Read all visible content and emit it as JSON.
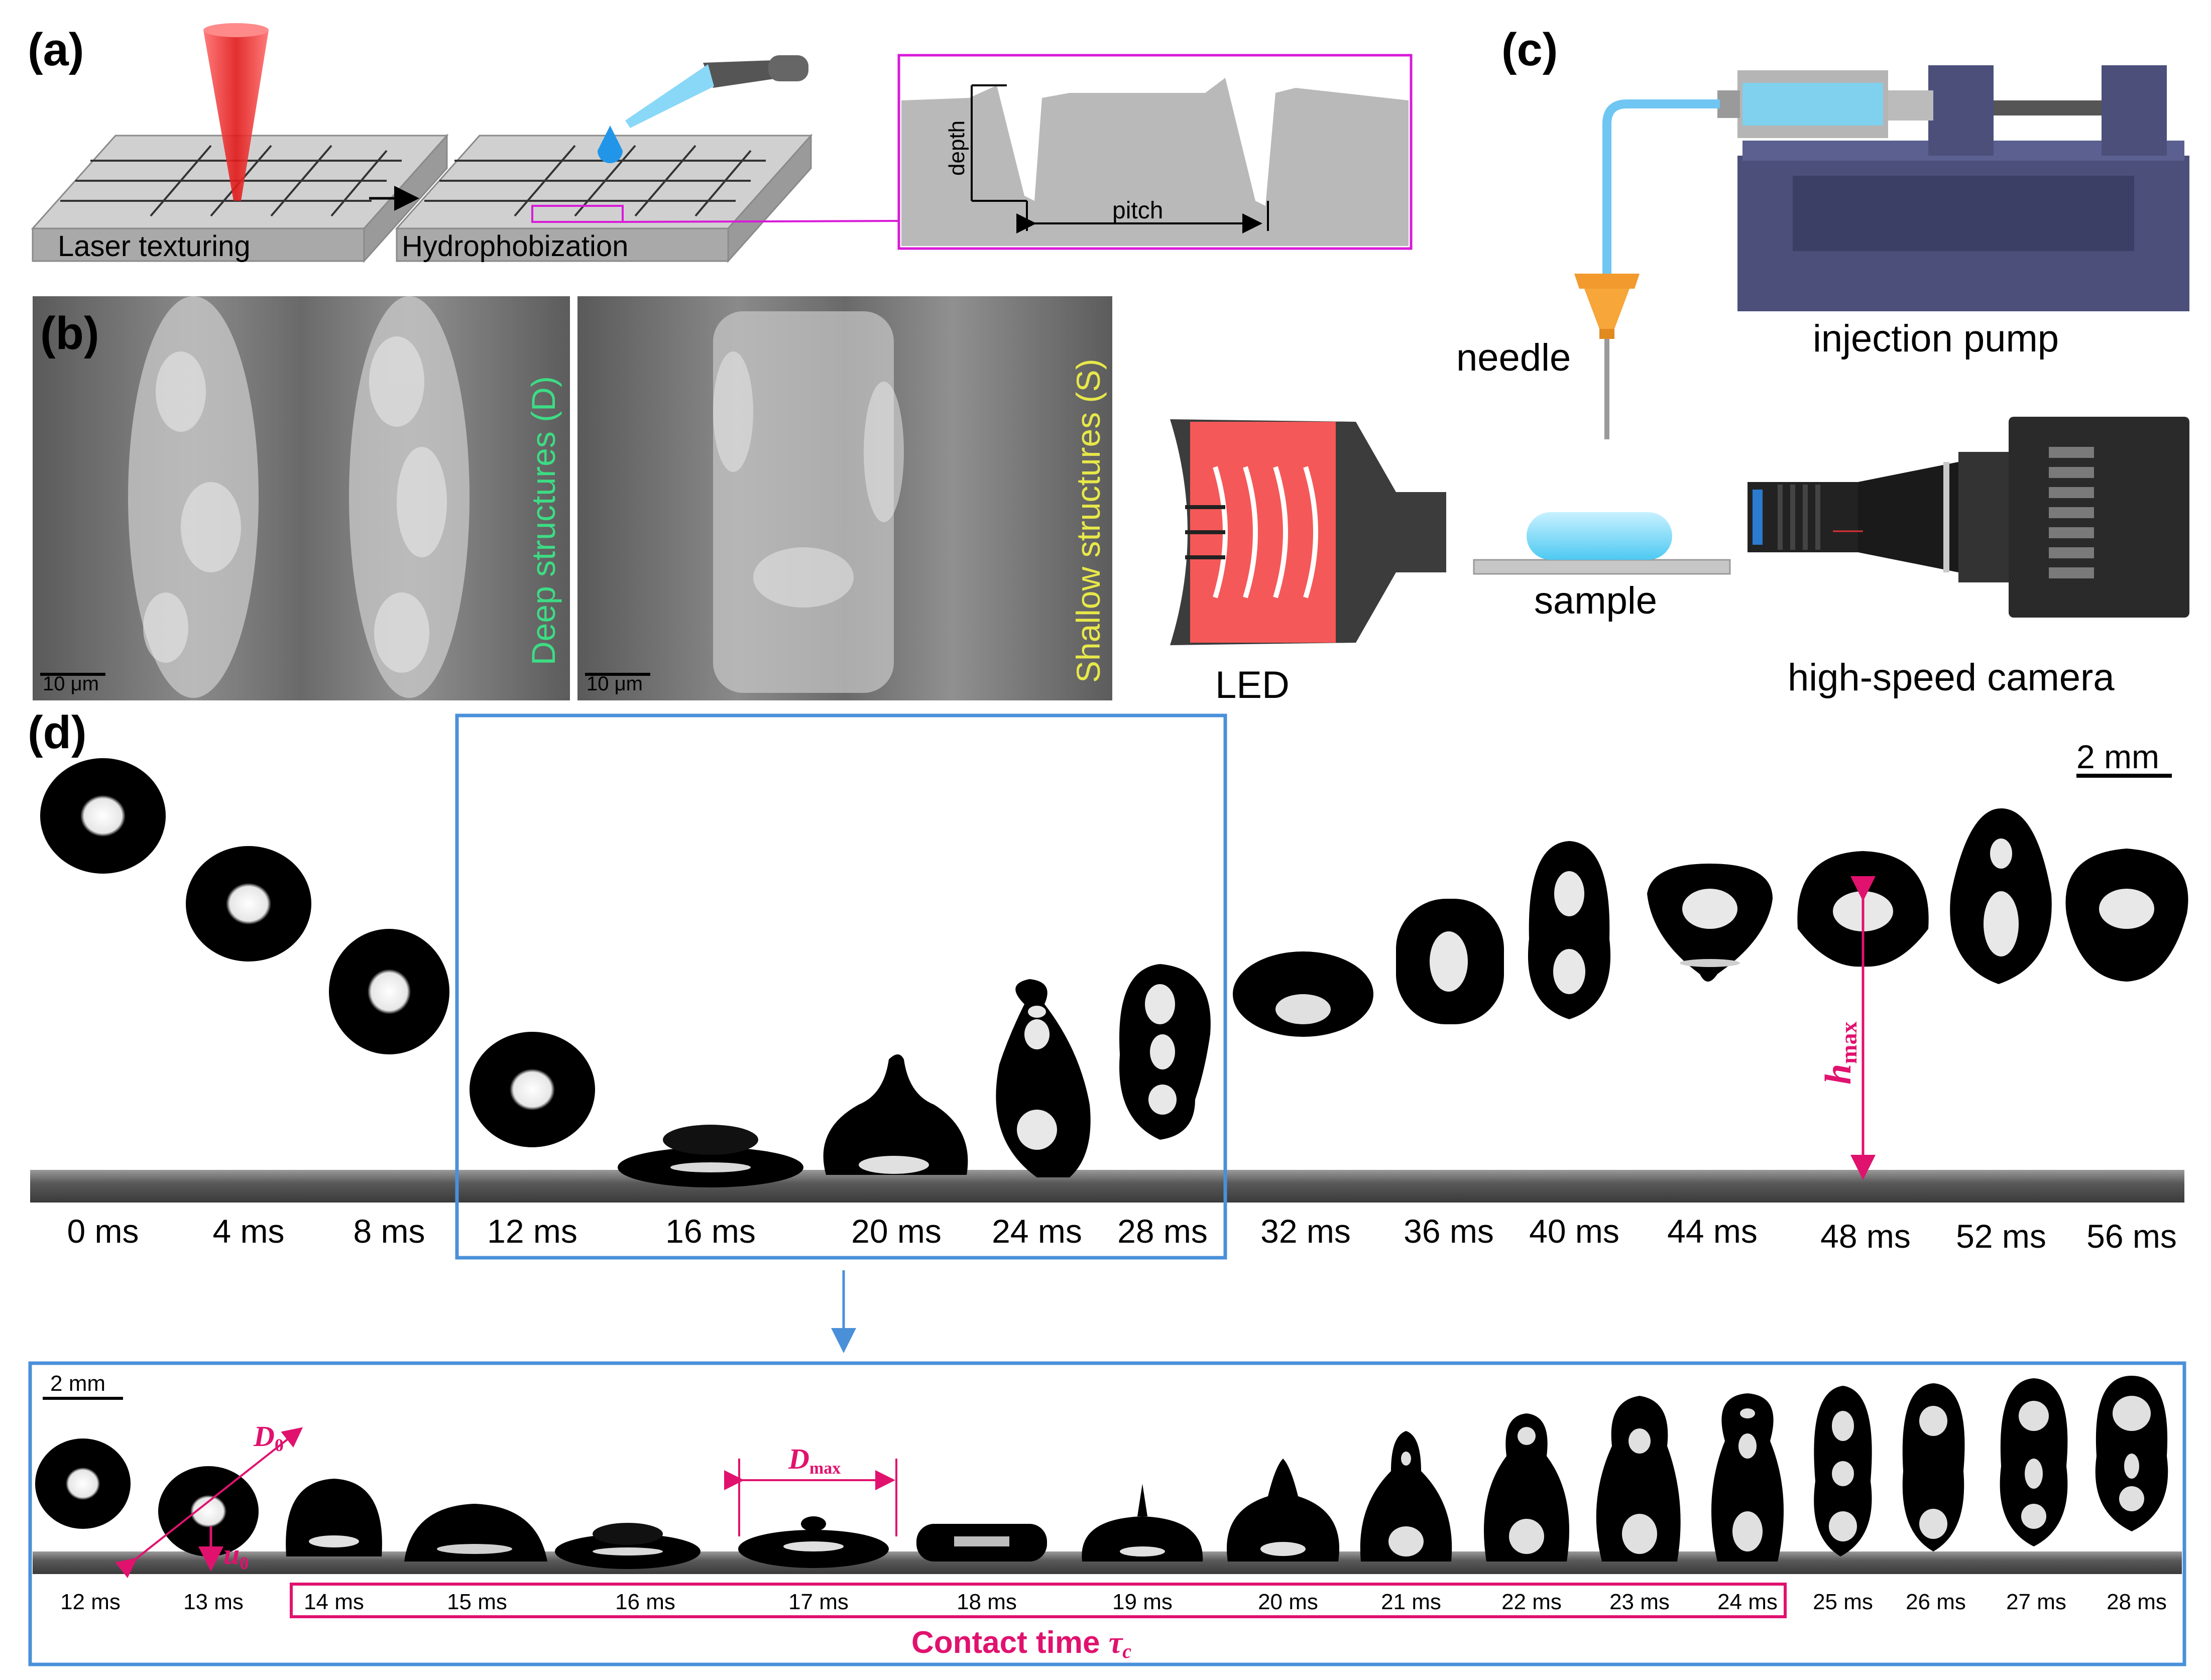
{
  "panel_labels": {
    "a": "(a)",
    "b": "(b)",
    "c": "(c)",
    "d": "(d)"
  },
  "panel_a": {
    "step1": "Laser texturing",
    "step2": "Hydrophobization",
    "inset_depth": "depth",
    "inset_pitch": "pitch"
  },
  "panel_b": {
    "deep_label": "Deep structures (D)",
    "shallow_label": "Shallow structures (S)",
    "scale_left": "10 μm",
    "scale_right": "10 μm"
  },
  "panel_c": {
    "needle": "needle",
    "pump": "injection pump",
    "led": "LED",
    "sample": "sample",
    "camera": "high-speed camera"
  },
  "panel_d": {
    "scale_bar": "2 mm",
    "hmax_letter": "h",
    "hmax_sub": "max",
    "top_times": [
      "0 ms",
      "4 ms",
      "8 ms",
      "12 ms",
      "16 ms",
      "20 ms",
      "24 ms",
      "28 ms",
      "32 ms",
      "36 ms",
      "40 ms",
      "44 ms",
      "48 ms",
      "52 ms",
      "56 ms"
    ],
    "zoom": {
      "scale_bar": "2 mm",
      "d0_letter": "D",
      "d0_sub": "0",
      "u0_letter": "u",
      "u0_sub": "0",
      "dmax_letter": "D",
      "dmax_sub": "max",
      "times": [
        "12 ms",
        "13 ms",
        "14 ms",
        "15 ms",
        "16 ms",
        "17 ms",
        "18 ms",
        "19 ms",
        "20 ms",
        "21 ms",
        "22 ms",
        "23 ms",
        "24 ms",
        "25 ms",
        "26 ms",
        "27 ms",
        "28 ms"
      ],
      "contact_time_label": "Contact time ",
      "contact_time_symbol": "τ",
      "contact_time_sub": "c"
    }
  },
  "colors": {
    "accent_magenta": "#e0126e",
    "frame_blue": "#4a90d9",
    "inset_magenta": "#d81bd8",
    "deep_green": "#3ddc84",
    "shallow_yellow": "#e8e84a"
  }
}
